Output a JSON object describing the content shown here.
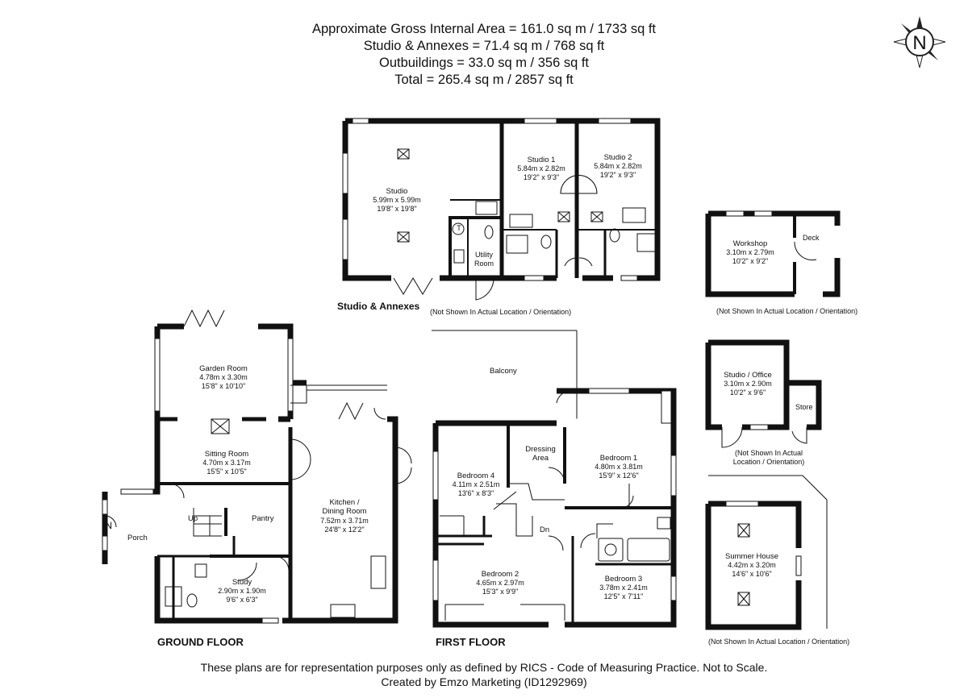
{
  "header": {
    "line1": "Approximate Gross Internal Area = 161.0 sq m / 1733 sq ft",
    "line2": "Studio & Annexes = 71.4 sq m / 768 sq ft",
    "line3": "Outbuildings = 33.0 sq m / 356 sq ft",
    "line4": "Total = 265.4 sq m / 2857 sq ft"
  },
  "compass": {
    "letter": "N"
  },
  "studio_annexes": {
    "title": "Studio & Annexes",
    "note": "(Not Shown In Actual Location / Orientation)",
    "studio": {
      "name": "Studio",
      "metric": "5.99m x 5.99m",
      "imperial": "19'8\" x 19'8\""
    },
    "studio1": {
      "name": "Studio 1",
      "metric": "5.84m x 2.82m",
      "imperial": "19'2\" x 9'3\""
    },
    "studio2": {
      "name": "Studio 2",
      "metric": "5.84m x 2.82m",
      "imperial": "19'2\" x 9'3\""
    },
    "utility": {
      "name": "Utility Room"
    },
    "toilet_mark": "T"
  },
  "workshop": {
    "name": "Workshop",
    "metric": "3.10m x 2.79m",
    "imperial": "10'2\" x 9'2\"",
    "deck": "Deck",
    "note": "(Not Shown In Actual Location / Orientation)"
  },
  "studio_office": {
    "name": "Studio / Office",
    "metric": "3.10m x 2.90m",
    "imperial": "10'2\" x 9'6\"",
    "store": "Store",
    "note_line1": "(Not Shown In Actual",
    "note_line2": "Location / Orientation)"
  },
  "summer_house": {
    "name": "Summer House",
    "metric": "4.42m x 3.20m",
    "imperial": "14'6\" x 10'6\"",
    "note": "(Not Shown In Actual Location / Orientation)"
  },
  "ground_floor": {
    "title": "GROUND FLOOR",
    "garden_room": {
      "name": "Garden Room",
      "metric": "4.78m x 3.30m",
      "imperial": "15'8\" x 10'10\""
    },
    "sitting_room": {
      "name": "Sitting Room",
      "metric": "4.70m x 3.17m",
      "imperial": "15'5\" x 10'5\""
    },
    "kitchen": {
      "name": "Kitchen /",
      "name2": "Dining Room",
      "metric": "7.52m x 3.71m",
      "imperial": "24'8\" x 12'2\""
    },
    "study": {
      "name": "Study",
      "metric": "2.90m x 1.90m",
      "imperial": "9'6\" x 6'3\""
    },
    "pantry": "Pantry",
    "porch": "Porch",
    "up": "Up",
    "in": "IN"
  },
  "first_floor": {
    "title": "FIRST FLOOR",
    "balcony": "Balcony",
    "dressing": {
      "name": "Dressing",
      "name2": "Area"
    },
    "bedroom1": {
      "name": "Bedroom 1",
      "metric": "4.80m x 3.81m",
      "imperial": "15'9\" x 12'6\""
    },
    "bedroom2": {
      "name": "Bedroom 2",
      "metric": "4.65m x 2.97m",
      "imperial": "15'3\" x 9'9\""
    },
    "bedroom3": {
      "name": "Bedroom 3",
      "metric": "3.78m x 2.41m",
      "imperial": "12'5\" x 7'11\""
    },
    "bedroom4": {
      "name": "Bedroom 4",
      "metric": "4.11m x 2.51m",
      "imperial": "13'6\" x 8'3\""
    },
    "dn": "Dn"
  },
  "footer": {
    "line1": "These plans are for representation purposes only as defined by RICS - Code of Measuring Practice. Not to Scale.",
    "line2": "Created by Emzo Marketing (ID1292969)"
  }
}
